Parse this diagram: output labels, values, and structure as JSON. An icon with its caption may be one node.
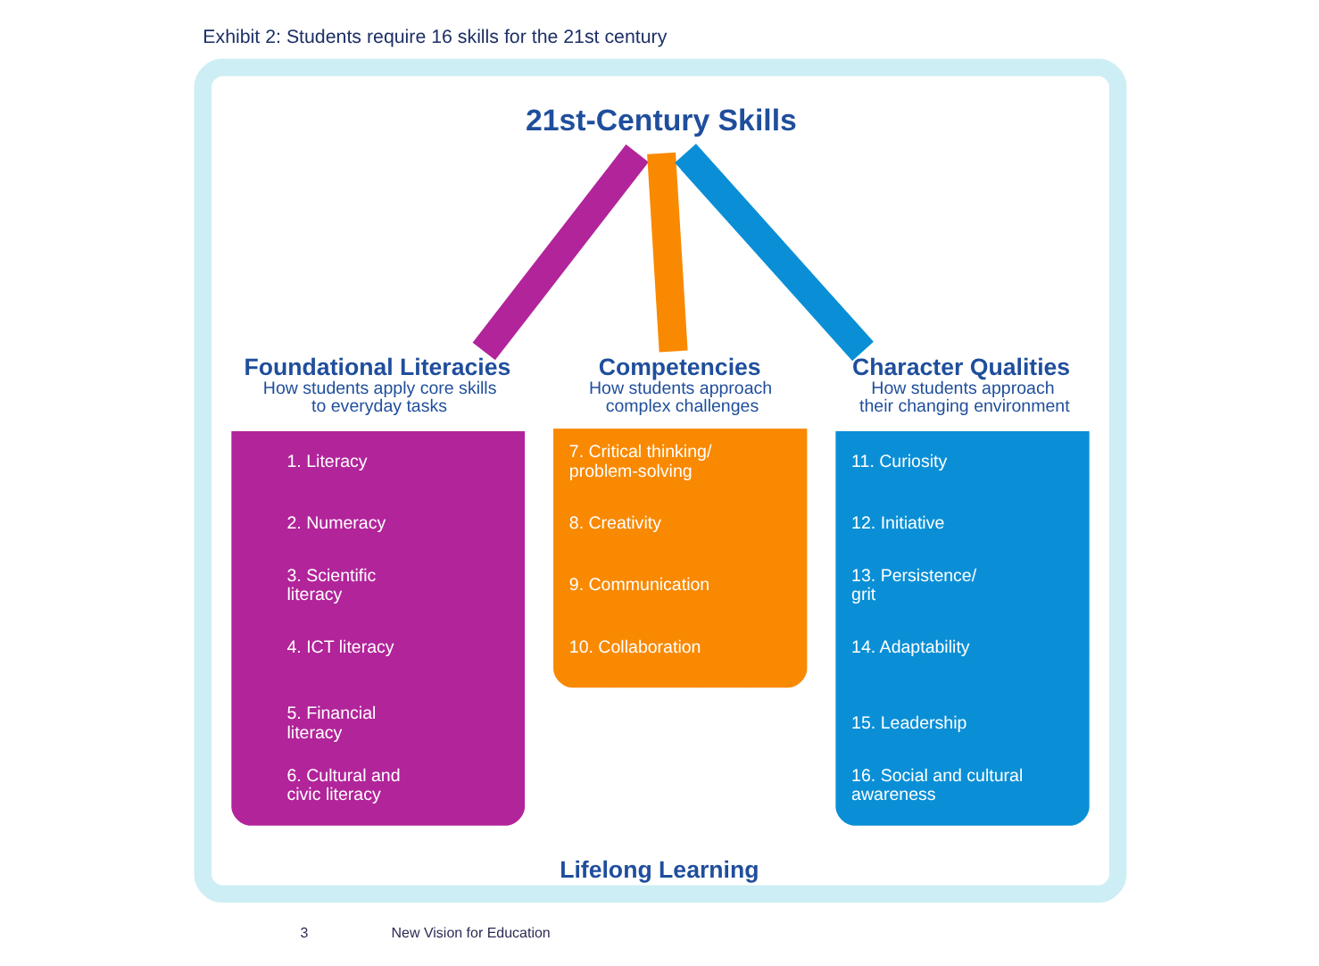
{
  "diagram": {
    "title": "Exhibit 2: Students require 16 skills for the 21st century",
    "nodes": [
      {
        "text": [
          "Lifelong Learning"
        ]
      },
      {
        "text": [
          "21st-Century Skills"
        ],
        "in": 0
      },
      {
        "text": [
          "Foundational Literacies",
          "How students apply core skills to everyday tasks"
        ],
        "in": 0
      },
      {
        "text": [
          "1. Literacy"
        ],
        "in": 2
      },
      {
        "text": [
          "2. Numeracy"
        ],
        "in": 2
      },
      {
        "text": [
          "3. Scientific literacy"
        ],
        "in": 2
      },
      {
        "text": [
          "4. ICT literacy"
        ],
        "in": 2
      },
      {
        "text": [
          "5. Financial literacy"
        ],
        "in": 2
      },
      {
        "text": [
          "6. Cultural and civic literacy"
        ],
        "in": 2
      },
      {
        "text": [
          "Competencies",
          "How students approach complex challenges"
        ],
        "in": 0
      },
      {
        "text": [
          "7. Critical thinking/ problem-solving"
        ],
        "in": 9
      },
      {
        "text": [
          "8. Creativity"
        ],
        "in": 9
      },
      {
        "text": [
          "9. Communication"
        ],
        "in": 9
      },
      {
        "text": [
          "10. Collaboration"
        ],
        "in": 9
      },
      {
        "text": [
          "Character Qualities",
          "How students approach their changing environment"
        ],
        "in": 0
      },
      {
        "text": [
          "11. Curiosity"
        ],
        "in": 14
      },
      {
        "text": [
          "12. Initiative"
        ],
        "in": 14
      },
      {
        "text": [
          "13. Persistence/ grit"
        ],
        "in": 14
      },
      {
        "text": [
          "14. Adaptability"
        ],
        "in": 14
      },
      {
        "text": [
          "15. Leadership"
        ],
        "in": 14
      },
      {
        "text": [
          "16. Social and cultural awareness"
        ],
        "in": 14
      }
    ],
    "edges": [
      {
        "from": 1,
        "to": 2,
        "arrow": "none",
        "color": "#b2249a"
      },
      {
        "from": 1,
        "to": 9,
        "arrow": "none",
        "color": "#f98900"
      },
      {
        "from": 1,
        "to": 14,
        "arrow": "none",
        "color": "#0a8fd6"
      }
    ],
    "labels": [
      "3",
      "New Vision for Education"
    ]
  }
}
